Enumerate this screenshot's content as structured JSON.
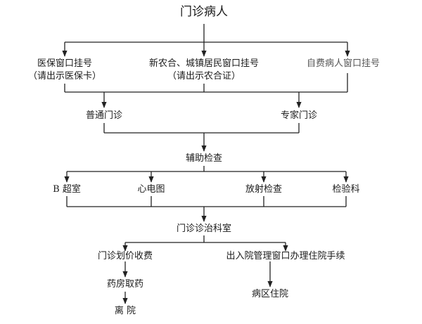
{
  "nodes": {
    "outpatient": "门诊病人",
    "medical_insurance": "医保窗口挂号",
    "medical_insurance_note": "（请出示医保卡）",
    "rural_urban": "新农合、城镇居民窗口挂号",
    "rural_urban_note": "（请出示农合证）",
    "self_pay": "自费病人窗口挂号",
    "general_clinic": "普通门诊",
    "expert_clinic": "专家门诊",
    "aux_exam": "辅助检查",
    "b_ultrasound": "B 超室",
    "ecg": "心电图",
    "radiology": "放射检查",
    "laboratory": "检验科",
    "treatment_room": "门诊诊治科室",
    "billing": "门诊划价收费",
    "admission": "出入院管理窗口办理住院手续",
    "pharmacy": "药房取药",
    "discharge": "离 院",
    "ward": "病区住院"
  }
}
